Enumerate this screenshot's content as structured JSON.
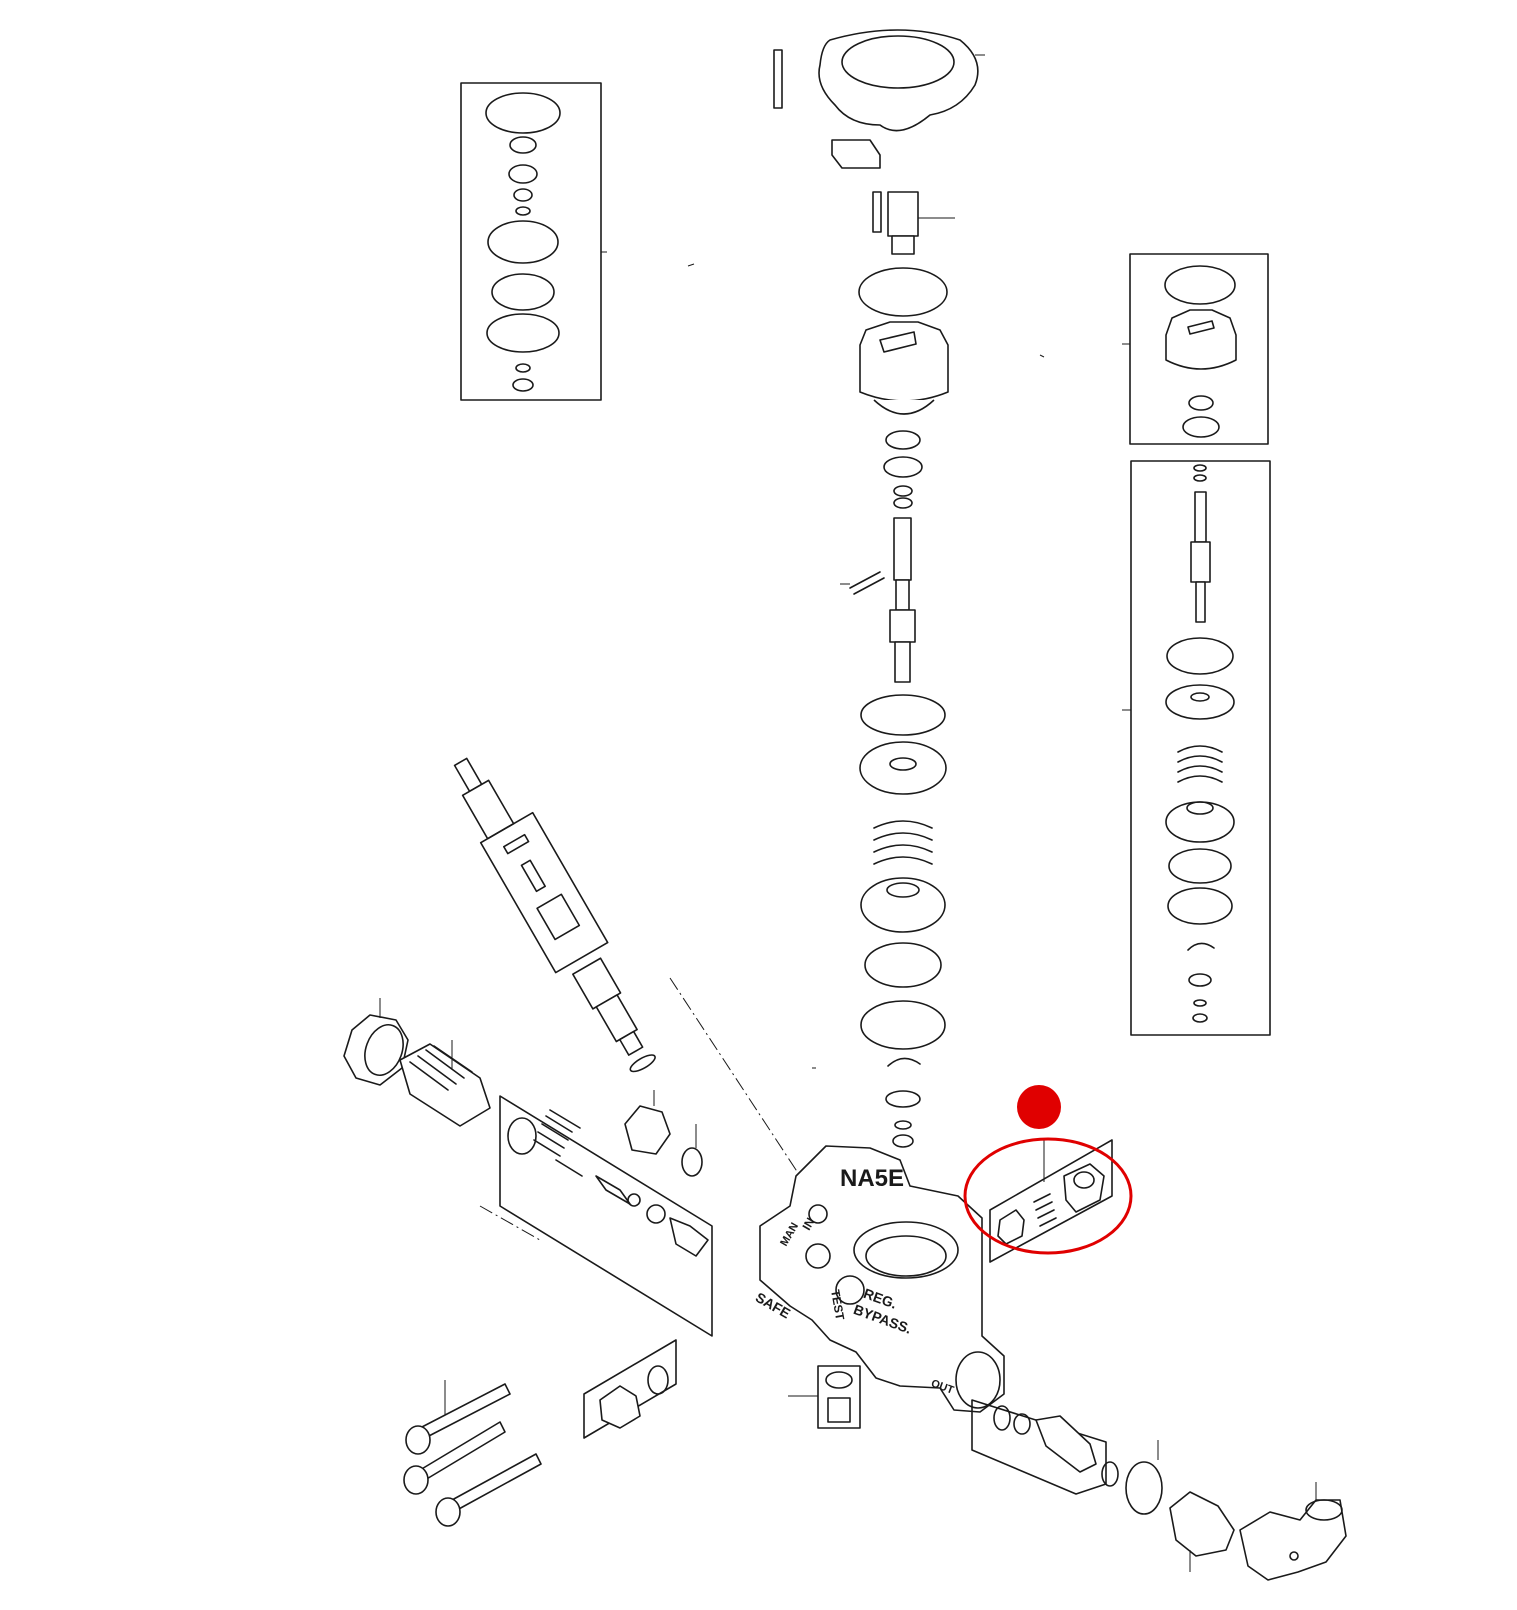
{
  "valve_body": {
    "model_text": "NA5E",
    "port_labels": {
      "man": "MAN",
      "in": "IN",
      "safe": "SAFE",
      "test": "TEST",
      "reg": "REG.",
      "bypass": "BYPASS.",
      "out": "OUT"
    }
  },
  "highlight": {
    "marker_color": "#e00000",
    "outline_color": "#e00000"
  }
}
